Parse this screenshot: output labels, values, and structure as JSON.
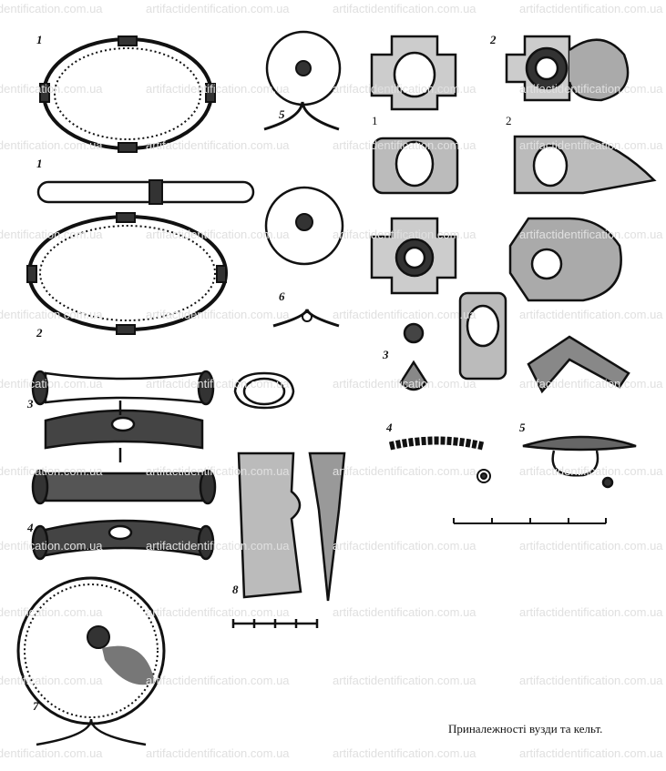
{
  "watermark": "artifactidentification.com.ua",
  "caption": "Приналежності вузди та кельт.",
  "labels_left": {
    "ring1_top": "1",
    "ring1_side": "1",
    "ring2": "2",
    "psalia3": "3",
    "psalia4": "4",
    "phalera5": "5",
    "phalera6": "6",
    "phalera7": "7",
    "celt8": "8"
  },
  "labels_right": {
    "group1": "1",
    "group2_top": "2",
    "group2_mid": "2",
    "item3": "3",
    "item4": "4",
    "item5": "5"
  },
  "colors": {
    "ink": "#111111",
    "watermark": "#e6e6e6",
    "background": "#ffffff"
  }
}
